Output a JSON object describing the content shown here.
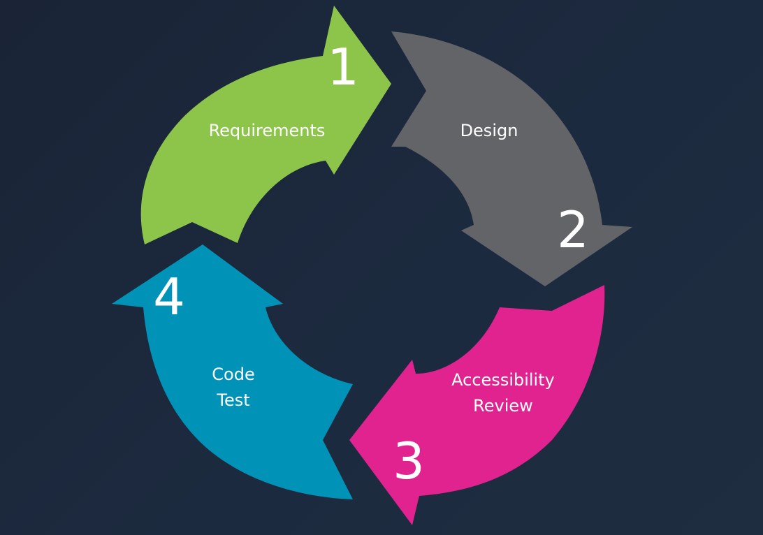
{
  "diagram": {
    "steps": [
      {
        "number": "1",
        "label_lines": [
          "Requirements"
        ],
        "color": "#8dc54b"
      },
      {
        "number": "2",
        "label_lines": [
          "Design"
        ],
        "color": "#626467"
      },
      {
        "number": "3",
        "label_lines": [
          "Accessibility",
          "Review"
        ],
        "color": "#e0238f"
      },
      {
        "number": "4",
        "label_lines": [
          "Code",
          "Test"
        ],
        "color": "#0193b7"
      }
    ]
  }
}
